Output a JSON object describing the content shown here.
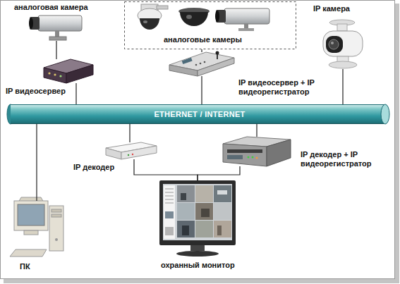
{
  "diagram": {
    "nodes": [
      {
        "text": [
          "аналоговая камера"
        ]
      },
      {
        "text": [
          "IP видеосервер"
        ]
      },
      {
        "text": [
          "аналоговые камеры"
        ]
      },
      {
        "text": [
          "IP видеосервер + IP видеорегистратор"
        ]
      },
      {
        "text": [
          "IP камера"
        ]
      },
      {
        "text": [
          "ETHERNET / INTERNET"
        ]
      },
      {
        "text": [
          "IP декодер"
        ]
      },
      {
        "text": [
          "IP декодер + IP видеорегистратор"
        ]
      },
      {
        "text": [
          "охранный монитор"
        ]
      },
      {
        "text": [
          "ПК"
        ]
      }
    ],
    "edges": [
      {
        "from": 0,
        "to": 1,
        "arrow": "none"
      },
      {
        "from": 1,
        "to": 5,
        "arrow": "none"
      },
      {
        "from": 2,
        "to": 3,
        "arrow": "none"
      },
      {
        "from": 3,
        "to": 5,
        "arrow": "none"
      },
      {
        "from": 4,
        "to": 5,
        "arrow": "none"
      },
      {
        "from": 5,
        "to": 9,
        "arrow": "none"
      },
      {
        "from": 5,
        "to": 6,
        "arrow": "none"
      },
      {
        "from": 5,
        "to": 7,
        "arrow": "none"
      },
      {
        "from": 6,
        "to": 8,
        "arrow": "none"
      },
      {
        "from": 7,
        "to": 8,
        "arrow": "none"
      }
    ]
  }
}
